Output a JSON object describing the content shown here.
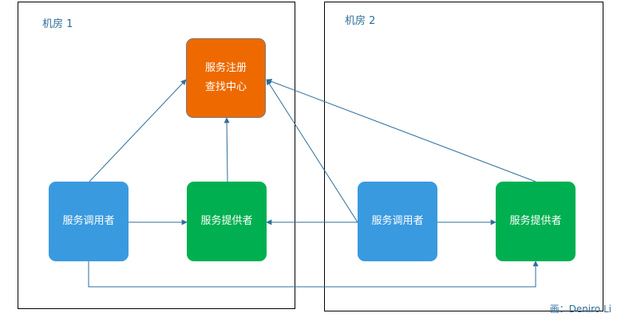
{
  "rooms": {
    "room1_label": "机房 1",
    "room2_label": "机房 2"
  },
  "nodes": {
    "registry_line1": "服务注册",
    "registry_line2": "查找中心",
    "consumer1": "服务调用者",
    "provider1": "服务提供者",
    "consumer2": "服务调用者",
    "provider2": "服务提供者"
  },
  "credit": "画：Deniro Li",
  "colors": {
    "consumer": "#3A9AE0",
    "provider": "#00B050",
    "registry": "#EE6A00",
    "arrow": "#2E6E9A",
    "label": "#2E6E9A"
  }
}
